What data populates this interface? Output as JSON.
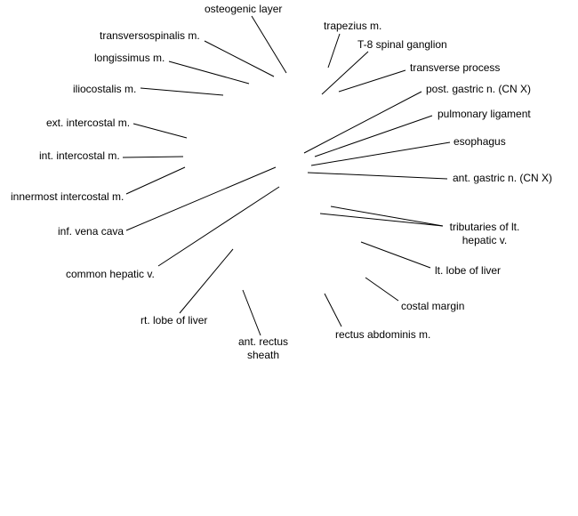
{
  "labels": {
    "osteogenic_layer": "osteogenic layer",
    "trapezius": "trapezius m.",
    "t8_spinal_ganglion": "T-8 spinal ganglion",
    "transversospinalis": "transversospinalis m.",
    "transverse_process": "transverse process",
    "longissimus": "longissimus m.",
    "iliocostalis": "iliocostalis m.",
    "post_gastric": "post. gastric n. (CN X)",
    "pulmonary_ligament": "pulmonary ligament",
    "ext_intercostal": "ext. intercostal m.",
    "esophagus": "esophagus",
    "int_intercostal": "int. intercostal m.",
    "ant_gastric": "ant. gastric n. (CN X)",
    "innermost_intercostal": "innermost intercostal m.",
    "tributaries_lt_hepatic_1": "tributaries of lt.",
    "tributaries_lt_hepatic_2": "hepatic v.",
    "inf_vena_cava": "inf. vena cava",
    "lt_lobe_liver": "lt. lobe of liver",
    "common_hepatic": "common hepatic v.",
    "costal_margin": "costal margin",
    "rt_lobe_liver": "rt. lobe of liver",
    "rectus_abdominis": "rectus abdominis m.",
    "ant_rectus_sheath_1": "ant. rectus",
    "ant_rectus_sheath_2": "sheath"
  },
  "colors": {
    "line": "#000000",
    "text": "#000000",
    "background": "#ffffff"
  }
}
